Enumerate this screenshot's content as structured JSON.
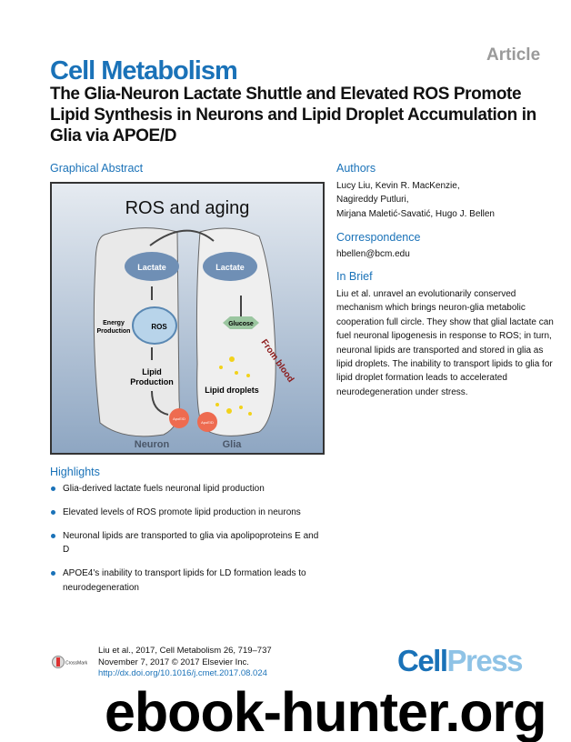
{
  "header": {
    "article_type": "Article",
    "journal": "Cell Metabolism"
  },
  "title": "The Glia-Neuron Lactate Shuttle and Elevated ROS Promote Lipid Synthesis in Neurons and Lipid Droplet Accumulation in Glia via APOE/D",
  "graphical_abstract": {
    "label": "Graphical Abstract",
    "heading": "ROS and aging",
    "neuron_lactate": "Lactate",
    "glia_lactate": "Lactate",
    "energy_production": [
      "Energy",
      "Production"
    ],
    "ros": "ROS",
    "lipid_production": [
      "Lipid",
      "Production"
    ],
    "glucose": "Glucose",
    "from_blood": "From blood",
    "lipid_droplets": "Lipid droplets",
    "apoe1": "ApoE/D",
    "apoe2": "ApoE/D",
    "neuron": "Neuron",
    "glia": "Glia"
  },
  "authors": {
    "label": "Authors",
    "names": [
      "Lucy Liu, Kevin R. MacKenzie,",
      "Nagireddy Putluri,",
      "Mirjana Maletić-Savatić, Hugo J. Bellen"
    ]
  },
  "correspondence": {
    "label": "Correspondence",
    "email": "hbellen@bcm.edu"
  },
  "in_brief": {
    "label": "In Brief",
    "text": "Liu et al. unravel an evolutionarily conserved mechanism which brings neuron-glia metabolic cooperation full circle. They show that glial lactate can fuel neuronal lipogenesis in response to ROS; in turn, neuronal lipids are transported and stored in glia as lipid droplets. The inability to transport lipids to glia for lipid droplet formation leads to accelerated neurodegeneration under stress."
  },
  "highlights": {
    "label": "Highlights",
    "items": [
      "Glia-derived lactate fuels neuronal lipid production",
      "Elevated levels of ROS promote lipid production in neurons",
      "Neuronal lipids are transported to glia via apolipoproteins E and D",
      "APOE4's inability to transport lipids for LD formation leads to neurodegeneration"
    ]
  },
  "footer": {
    "citation": "Liu et al., 2017, Cell Metabolism 26, 719–737",
    "date": "November 7, 2017 © 2017 Elsevier Inc.",
    "doi": "http://dx.doi.org/10.1016/j.cmet.2017.08.024",
    "crossmark": "CrossMark",
    "publisher_a": "Cell",
    "publisher_b": "Press"
  },
  "watermark": "ebook-hunter.org",
  "colors": {
    "accent": "#1a72b8",
    "cell_press_light": "#8fc3e6",
    "apoe": "#ee6b50",
    "from_blood": "#8b1a1a"
  }
}
